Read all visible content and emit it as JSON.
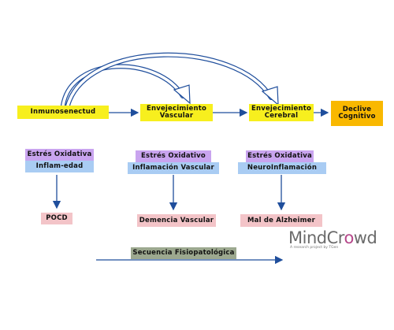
{
  "nodes": {
    "inmunosenectud": "Inmunosenectud",
    "envejecimiento_vascular": "Envejecimiento Vascular",
    "envejecimiento_cerebral": "Envejecimiento Cerebral",
    "declive_cognitivo": "Declive Cognitivo",
    "estres_1": "Estrés Oxidativa",
    "inflam_edad": "Inflam-edad",
    "estres_2": "Estrés Oxidativo",
    "inflamacion_vascular": "Inflamación Vascular",
    "estres_3": "Estrés Oxidativa",
    "neuroinflamacion": "NeuroInflamación",
    "pocd": "POCD",
    "demencia_vascular": "Demencia Vascular",
    "mal_alzheimer": "Mal de Alzheimer",
    "secuencia": "Secuencia Fisiopatológica"
  },
  "logo": {
    "name_part1": "Mind",
    "name_part2": "Cr",
    "name_part3": "o",
    "name_part4": "wd",
    "tagline": "A research project by TGen"
  },
  "colors": {
    "yellow": "#f7ef1e",
    "orange": "#f9b800",
    "purple": "#c9a4ef",
    "blue": "#a9ccf3",
    "pink": "#f3c4c8",
    "green": "#9ca88f",
    "arrow": "#1f4e9c"
  }
}
